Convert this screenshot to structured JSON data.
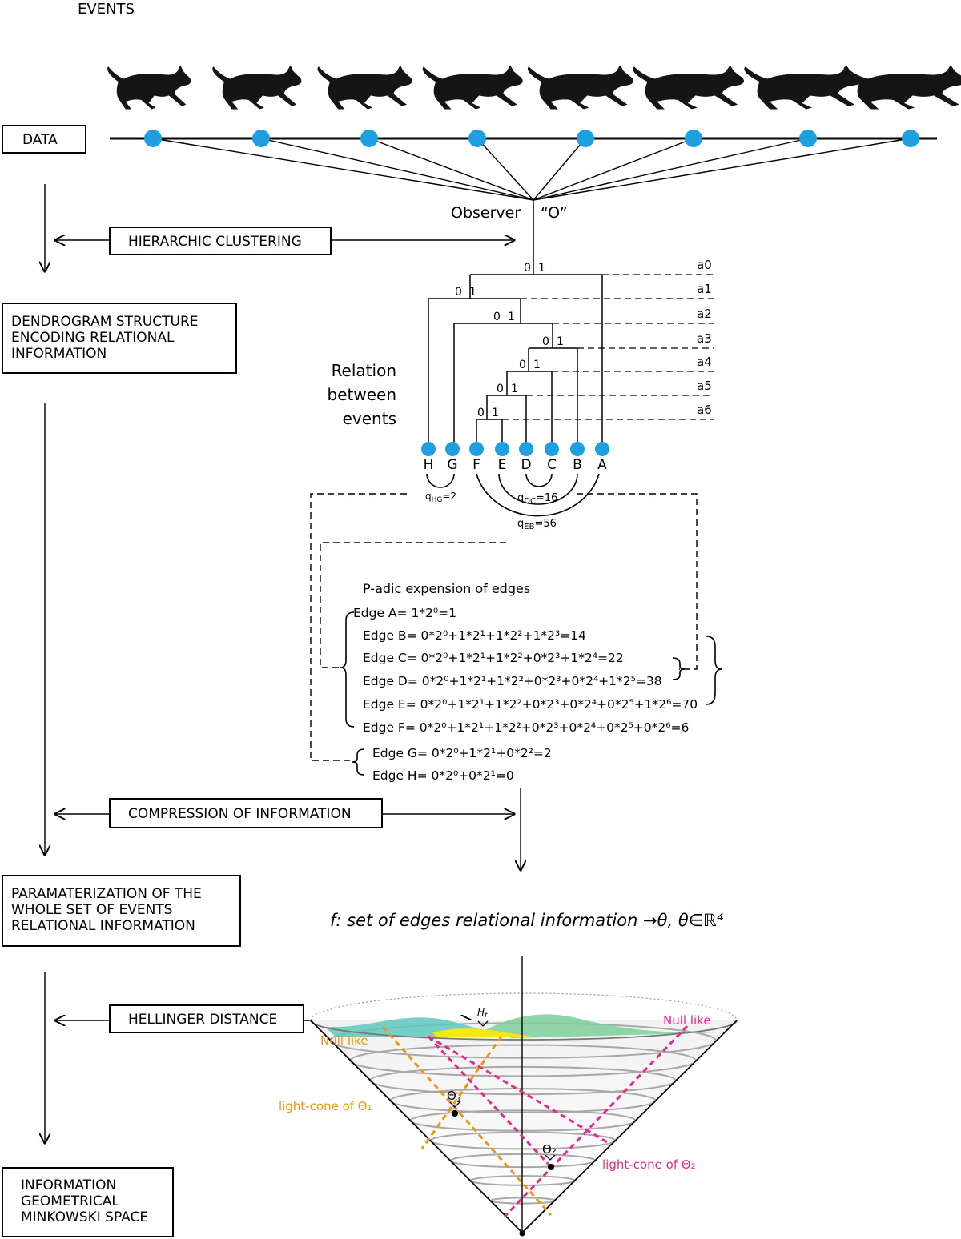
{
  "title": "EVENTS",
  "sidebar_boxes": {
    "data": "DATA",
    "dendrogram": [
      "DENDROGRAM STRUCTURE",
      "ENCODING RELATIONAL",
      "INFORMATION"
    ],
    "parameterization": [
      "PARAMATERIZATION OF THE",
      "WHOLE SET OF EVENTS",
      "RELATIONAL INFORMATION"
    ],
    "minkowski": [
      "INFORMATION",
      "GEOMETRICAL",
      "MINKOWSKI SPACE"
    ]
  },
  "process_labels": {
    "hierarchic": "HIERARCHIC CLUSTERING",
    "compression": "COMPRESSION OF INFORMATION",
    "hellinger": "HELLINGER DISTANCE"
  },
  "observer": {
    "label": "Observer",
    "name": "“O”"
  },
  "relation_label": [
    "Relation",
    "between",
    "events"
  ],
  "levels": [
    "a0",
    "a1",
    "a2",
    "a3",
    "a4",
    "a5",
    "a6"
  ],
  "branch_bits": {
    "zero": "0",
    "one": "1"
  },
  "leaves": [
    "H",
    "G",
    "F",
    "E",
    "D",
    "C",
    "B",
    "A"
  ],
  "distances": {
    "hg": {
      "base": "q",
      "sub": "HG",
      "val": "=2"
    },
    "dc": {
      "base": "q",
      "sub": "DC",
      "val": "=16"
    },
    "eb": {
      "base": "q",
      "sub": "EB",
      "val": "=56"
    }
  },
  "padic": {
    "heading": "P-adic expension of edges",
    "edges": [
      "Edge A= 1*2⁰=1",
      "Edge B= 0*2⁰+1*2¹+1*2²+1*2³=14",
      "Edge C= 0*2⁰+1*2¹+1*2²+0*2³+1*2⁴=22",
      "Edge D= 0*2⁰+1*2¹+1*2²+0*2³+0*2⁴+1*2⁵=38",
      "Edge E= 0*2⁰+1*2¹+1*2²+0*2³+0*2⁴+0*2⁵+1*2⁶=70",
      "Edge F= 0*2⁰+1*2¹+1*2²+0*2³+0*2⁴+0*2⁵+0*2⁶=6",
      "Edge G= 0*2⁰+1*2¹+0*2²=2",
      "Edge H= 0*2⁰+0*2¹=0"
    ]
  },
  "function_label": "f: set of edges relational information →θ,  θ∈ℝ⁴",
  "cone": {
    "hf": "H",
    "hf_sub": "f",
    "null_like_left": "Null like",
    "null_like_right": "Null like",
    "theta1": "Θ",
    "theta1_sub": "1",
    "theta2": "Θ₂",
    "light_cone_1": "light-cone  of Θ₁",
    "light_cone_2": "light-cone  of Θ₂"
  },
  "colors": {
    "event_dot": "#1ea0e0",
    "orange": "#f0960a",
    "magenta": "#e6288c",
    "teal_wave": "#5ec8c0",
    "green_wave": "#7ecf9a",
    "yellow": "#f5e614",
    "cat": "#151515"
  },
  "icons": [
    "running-cat-icon"
  ]
}
